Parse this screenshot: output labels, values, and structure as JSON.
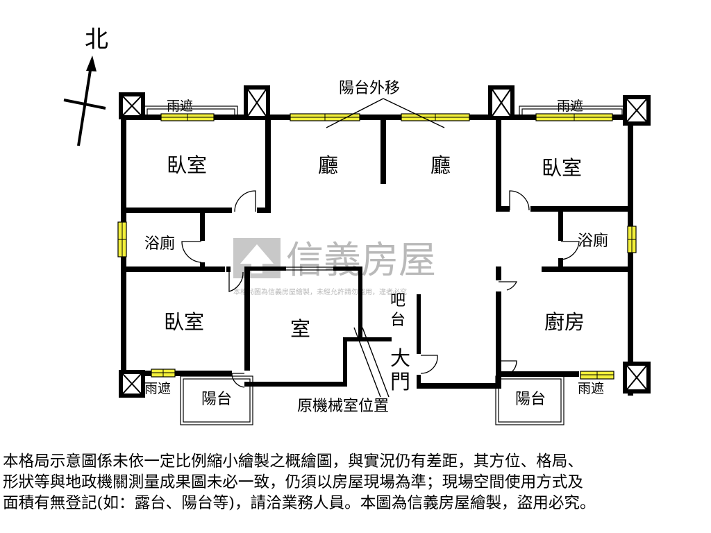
{
  "compass": {
    "north": "北"
  },
  "labels": {
    "balcony_move": "陽台外移",
    "bedroom_nw": "臥室",
    "living_left": "廳",
    "living_right": "廳",
    "bedroom_ne": "臥室",
    "bath_w": "浴廁",
    "bath_e": "浴廁",
    "bedroom_sw": "臥室",
    "room_center": "室",
    "bar_1": "吧",
    "bar_2": "台",
    "kitchen": "廚房",
    "door_1": "大",
    "door_2": "門",
    "canopy_nw": "雨遮",
    "canopy_ne": "雨遮",
    "canopy_sw": "雨遮",
    "canopy_se": "雨遮",
    "balcony_sw": "陽台",
    "balcony_se": "陽台",
    "mech_room": "原機械室位置"
  },
  "watermark": {
    "brand": "信義房屋",
    "notice": "本格局圖為信義房屋繪製，未經允許請勿盜用，違者必究"
  },
  "disclaimer": [
    "本格局示意圖係未依一定比例縮小繪製之概繪圖，與實況仍有差距，其方位、格局、",
    "形狀等與地政機關測量成果圖未必一致，仍須以房屋現場為準；現場空間使用方式及",
    "面積有無登記(如：露台、陽台等)，請洽業務人員。本圖為信義房屋繪製，盜用必究。"
  ],
  "colors": {
    "wall": "#000000",
    "window": "#f2ef3a",
    "watermark": "#b9b9b9"
  }
}
